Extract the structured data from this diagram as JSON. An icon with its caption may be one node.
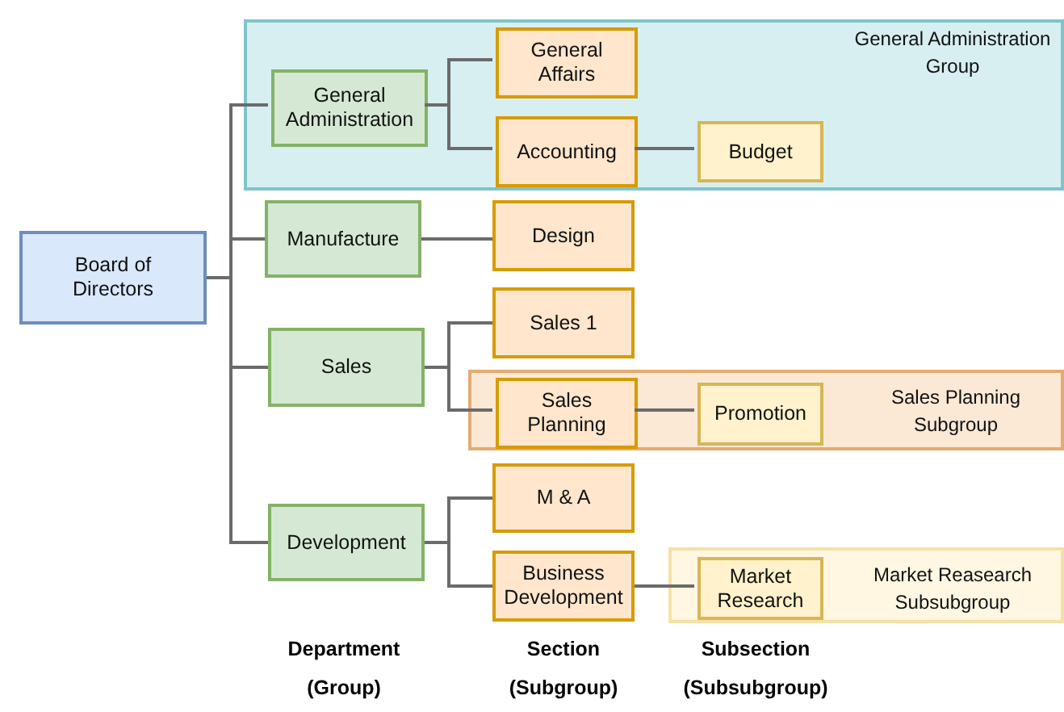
{
  "diagram": {
    "nodes": [
      {
        "text": [
          "Board of Directors"
        ]
      },
      {
        "text": [
          "General Administration Group"
        ]
      },
      {
        "text": [
          "General Administration"
        ],
        "in": 1
      },
      {
        "text": [
          "General Affairs"
        ],
        "in": 1
      },
      {
        "text": [
          "Accounting"
        ],
        "in": 1
      },
      {
        "text": [
          "Budget"
        ],
        "in": 1
      },
      {
        "text": [
          "Manufacture"
        ]
      },
      {
        "text": [
          "Design"
        ]
      },
      {
        "text": [
          "Sales"
        ]
      },
      {
        "text": [
          "Sales 1"
        ]
      },
      {
        "text": [
          "Sales Planning Subgroup"
        ]
      },
      {
        "text": [
          "Sales Planning"
        ],
        "in": 10
      },
      {
        "text": [
          "Promotion"
        ],
        "in": 10
      },
      {
        "text": [
          "Development"
        ]
      },
      {
        "text": [
          "M & A"
        ]
      },
      {
        "text": [
          "Market Reasearch Subsubgroup"
        ]
      },
      {
        "text": [
          "Business Development"
        ]
      },
      {
        "text": [
          "Market Research"
        ],
        "in": 15
      }
    ],
    "edges": [
      {
        "from": 0,
        "to": 2,
        "arrow": "none"
      },
      {
        "from": 0,
        "to": 6,
        "arrow": "none"
      },
      {
        "from": 0,
        "to": 8,
        "arrow": "none"
      },
      {
        "from": 0,
        "to": 13,
        "arrow": "none"
      },
      {
        "from": 2,
        "to": 3,
        "arrow": "none"
      },
      {
        "from": 2,
        "to": 4,
        "arrow": "none"
      },
      {
        "from": 4,
        "to": 5,
        "arrow": "none"
      },
      {
        "from": 6,
        "to": 7,
        "arrow": "none"
      },
      {
        "from": 8,
        "to": 9,
        "arrow": "none"
      },
      {
        "from": 8,
        "to": 11,
        "arrow": "none"
      },
      {
        "from": 11,
        "to": 12,
        "arrow": "none"
      },
      {
        "from": 13,
        "to": 14,
        "arrow": "none"
      },
      {
        "from": 13,
        "to": 16,
        "arrow": "none"
      },
      {
        "from": 16,
        "to": 17,
        "arrow": "none"
      }
    ],
    "labels": [
      "Department",
      "Section",
      "Subsection",
      "(Group)",
      "(Subgroup)",
      "(Subsubgroup)"
    ]
  }
}
